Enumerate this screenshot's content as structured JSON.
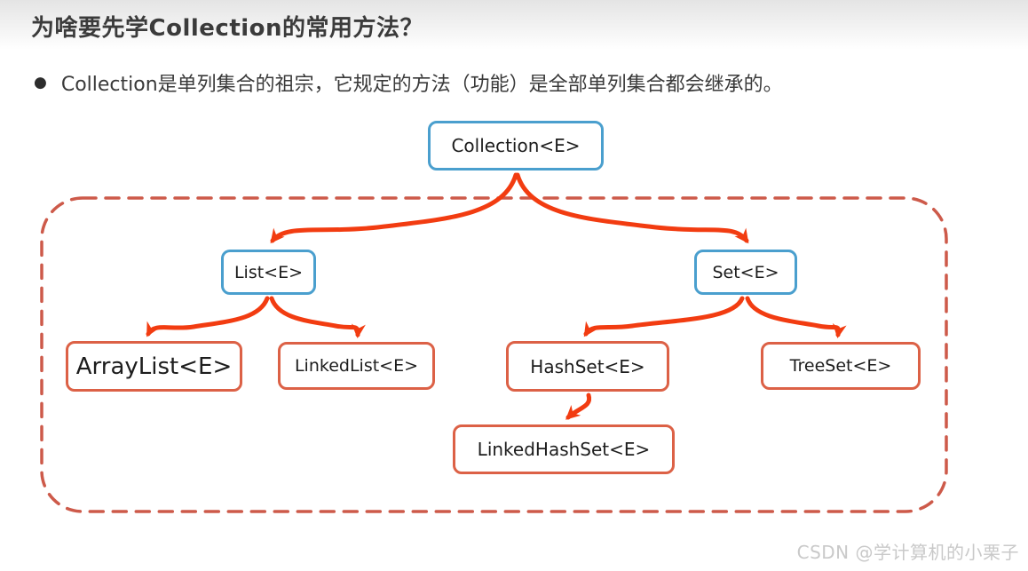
{
  "header": {
    "title": "为啥要先学Collection的常用方法？"
  },
  "bullet": {
    "marker": "●",
    "text": "Collection是单列集合的祖宗，它规定的方法（功能）是全部单列集合都会继承的。"
  },
  "diagram": {
    "nodes": {
      "collection": {
        "label": "Collection<E>",
        "kind": "interface"
      },
      "list": {
        "label": "List<E>",
        "kind": "interface"
      },
      "set": {
        "label": "Set<E>",
        "kind": "interface"
      },
      "arraylist": {
        "label": "ArrayList<E>",
        "kind": "class"
      },
      "linkedlist": {
        "label": "LinkedList<E>",
        "kind": "class"
      },
      "hashset": {
        "label": "HashSet<E>",
        "kind": "class"
      },
      "treeset": {
        "label": "TreeSet<E>",
        "kind": "class"
      },
      "linkedhashset": {
        "label": "LinkedHashSet<E>",
        "kind": "class"
      }
    },
    "edges": [
      {
        "from": "collection",
        "to": "list"
      },
      {
        "from": "collection",
        "to": "set"
      },
      {
        "from": "list",
        "to": "arraylist"
      },
      {
        "from": "list",
        "to": "linkedlist"
      },
      {
        "from": "set",
        "to": "hashset"
      },
      {
        "from": "set",
        "to": "treeset"
      },
      {
        "from": "hashset",
        "to": "linkedhashset"
      }
    ],
    "colors": {
      "interface_border": "#4a9fce",
      "class_border": "#dc6146",
      "arrow": "#f23c11",
      "container_dash": "#cd5a4a"
    }
  },
  "watermark": {
    "text": "CSDN @学计算机的小栗子"
  }
}
